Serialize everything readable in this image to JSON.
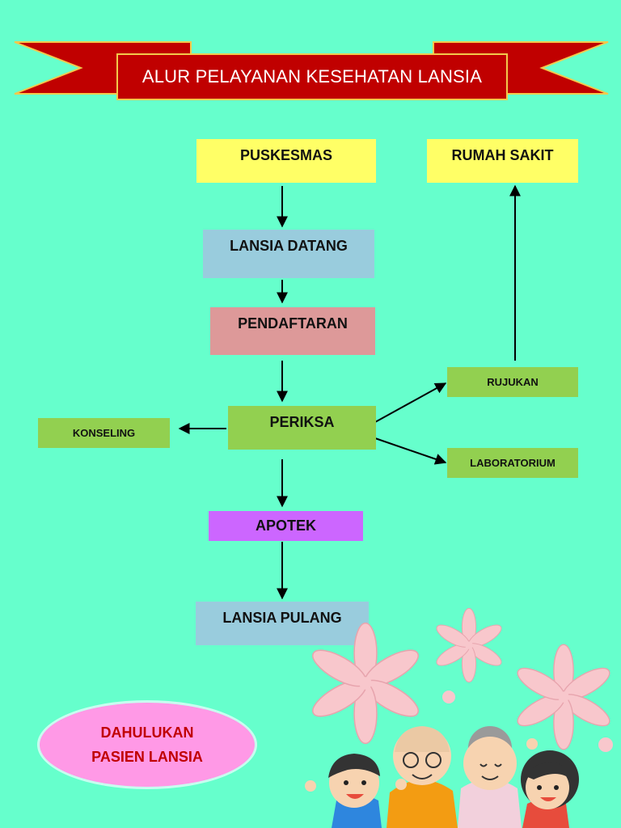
{
  "title": "ALUR PELAYANAN KESEHATAN LANSIA",
  "nodes": {
    "puskesmas": "PUSKESMAS",
    "rumah_sakit": "RUMAH SAKIT",
    "lansia_datang": "LANSIA DATANG",
    "pendaftaran": "PENDAFTARAN",
    "rujukan": "RUJUKAN",
    "konseling": "KONSELING",
    "periksa": "PERIKSA",
    "laboratorium": "LABORATORIUM",
    "apotek": "APOTEK",
    "lansia_pulang": "LANSIA PULANG"
  },
  "notice": {
    "line1": "DAHULUKAN",
    "line2": "PASIEN LANSIA"
  },
  "colors": {
    "background": "#66FFCC",
    "banner": "#C00000",
    "yellow_box": "#FFFF66",
    "blue_box": "#99CCDD",
    "pink_box": "#DD9999",
    "green_box": "#92D050",
    "purple_box": "#CC66FF",
    "notice_bg": "#FF99E6",
    "notice_text": "#C00000"
  },
  "decorations": [
    "flower-icon",
    "elderly-couple-illustration",
    "children-illustration"
  ]
}
